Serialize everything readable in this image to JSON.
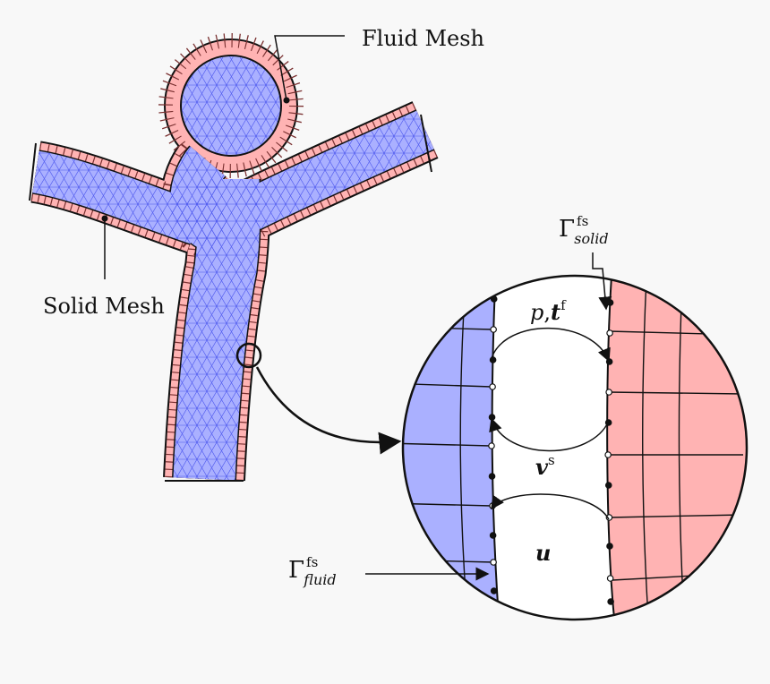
{
  "labels": {
    "fluid_mesh": "Fluid Mesh",
    "solid_mesh": "Solid Mesh"
  },
  "gamma_solid": {
    "base": "Γ",
    "sup": "fs",
    "sub": "solid"
  },
  "gamma_fluid": {
    "base": "Γ",
    "sup": "fs",
    "sub": "fluid"
  },
  "pressure_traction": {
    "p": "p",
    "comma": ",",
    "t": "t",
    "sup": "f"
  },
  "solid_velocity": {
    "v": "v",
    "sup": "s"
  },
  "displacement": {
    "u": "u"
  },
  "colors": {
    "fluid": "#aab0ff",
    "fluid_mesh_lines": "#4a55ee",
    "solid": "#ffb3b3",
    "solid_lines": "#7a3030",
    "background": "#f8f8f8",
    "outline": "#111111"
  }
}
